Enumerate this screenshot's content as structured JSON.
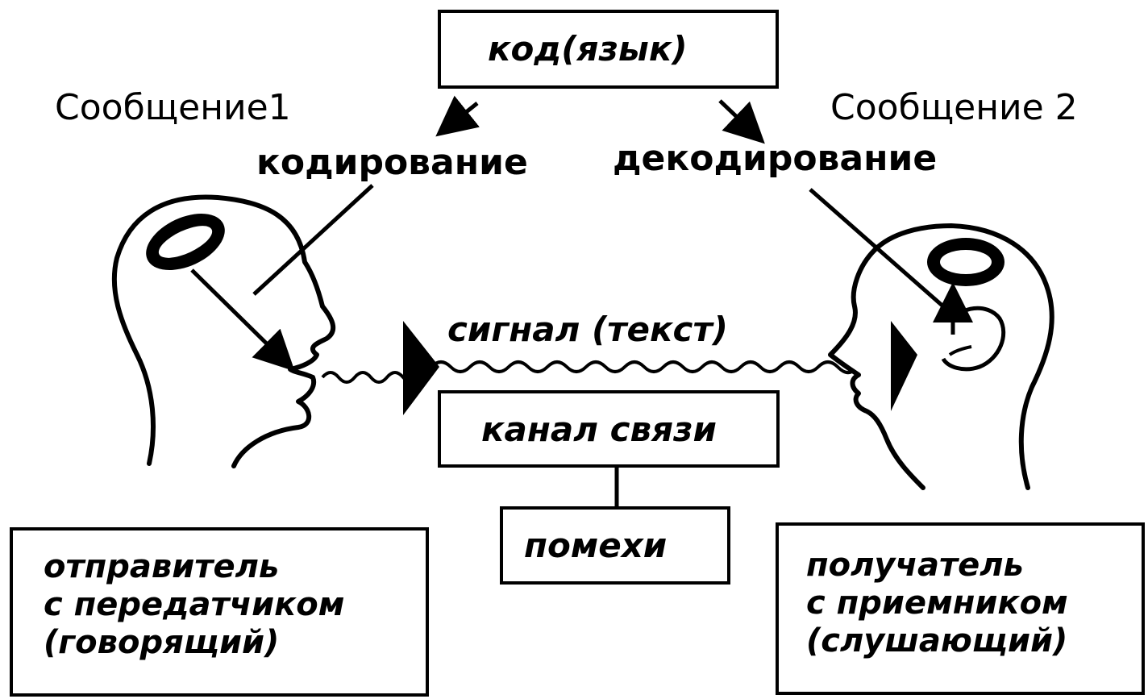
{
  "code_box": {
    "label": "код(язык)"
  },
  "message_left": "Сообщение1",
  "message_right": "Сообщение 2",
  "encoding": "кодирование",
  "decoding": "декодирование",
  "signal": "сигнал (текст)",
  "channel_box": {
    "label": "канал связи"
  },
  "noise_box": {
    "label": "помехи"
  },
  "sender_box": {
    "line1": "отправитель",
    "line2": "с передатчиком",
    "line3": "(говорящий)"
  },
  "receiver_box": {
    "line1": "получатель",
    "line2": "с приемником",
    "line3": "(слушающий)"
  },
  "colors": {
    "ink": "#000000",
    "background": "#ffffff"
  },
  "icons": [
    "speaker-head-icon",
    "listener-head-icon",
    "speaker-brain-icon",
    "listener-brain-icon",
    "speaker-megaphone-icon",
    "listener-megaphone-icon"
  ]
}
